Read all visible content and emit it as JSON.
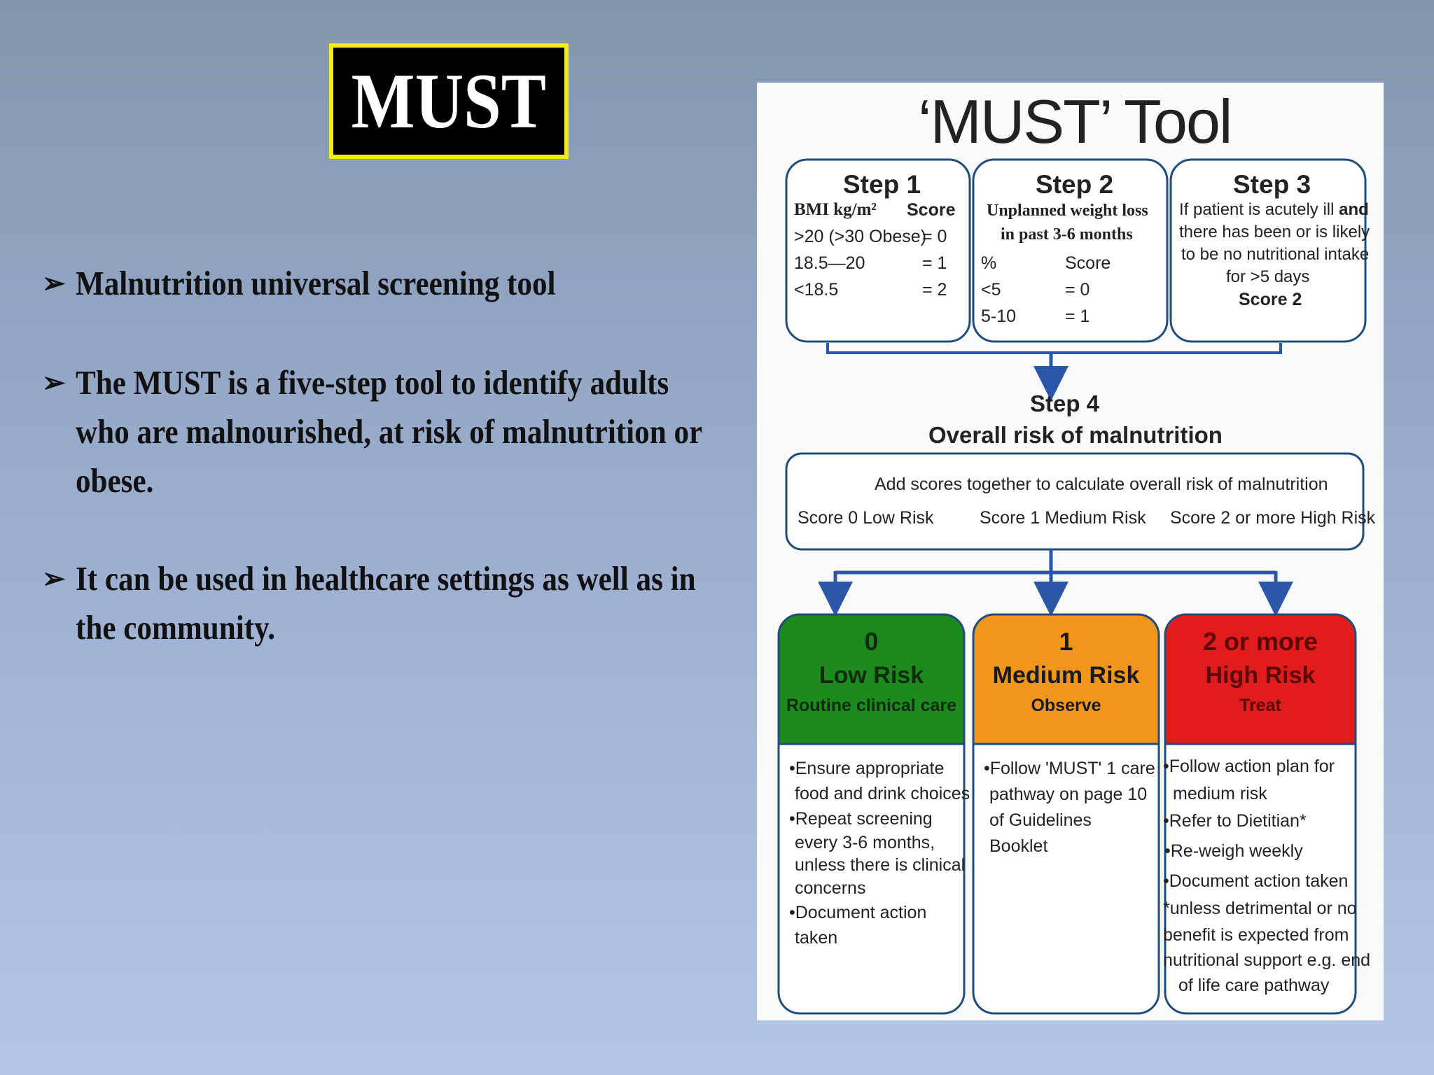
{
  "title": "MUST",
  "bullets": [
    "Malnutrition universal screening tool",
    "The MUST is a five-step tool to identify adults who are malnourished, at risk of malnutrition or obese.",
    "It can be used in healthcare settings as well as in the community."
  ],
  "bullet_marker": "➢",
  "tool": {
    "title": "‘MUST’ Tool",
    "step1": {
      "title": "Step 1",
      "col_label": "BMI kg/m²",
      "col_score": "Score",
      "rows": [
        {
          "label": ">20 (>30 Obese)",
          "score": "= 0"
        },
        {
          "label": "18.5—20",
          "score": "= 1"
        },
        {
          "label": "<18.5",
          "score": "= 2"
        }
      ]
    },
    "step2": {
      "title": "Step 2",
      "subtitle_line1": "Unplanned weight loss",
      "subtitle_line2": "in past 3-6 months",
      "col_label": "%",
      "col_score": "Score",
      "rows": [
        {
          "label": "<5",
          "score": "= 0"
        },
        {
          "label": "5-10",
          "score": "= 1"
        }
      ]
    },
    "step3": {
      "title": "Step 3",
      "line1": "If patient is acutely ill",
      "line1_bold": "and",
      "line2": "there has been or is likely",
      "line3": "to be no nutritional intake",
      "line4": "for >5 days",
      "score": "Score 2"
    },
    "step4": {
      "title": "Step 4",
      "subtitle": "Overall risk of malnutrition",
      "instruction": "Add scores together to calculate overall risk of malnutrition",
      "risk_low": "Score 0 Low Risk",
      "risk_medium": "Score 1 Medium Risk",
      "risk_high": "Score 2 or more High Risk"
    },
    "outcomes": [
      {
        "score": "0",
        "risk": "Low Risk",
        "action": "Routine clinical care",
        "color": "#1d8a1d",
        "items": [
          "•Ensure appropriate",
          "food and drink choices",
          "•Repeat screening",
          "every 3-6 months,",
          "unless there is clinical",
          "concerns",
          "•Document action",
          "taken"
        ]
      },
      {
        "score": "1",
        "risk": "Medium Risk",
        "action": "Observe",
        "color": "#f2961b",
        "items": [
          "•Follow 'MUST' 1 care",
          "pathway on page 10",
          "of Guidelines",
          "Booklet"
        ]
      },
      {
        "score": "2 or more",
        "risk": "High Risk",
        "action": "Treat",
        "color": "#e21c1c",
        "items": [
          "•Follow action plan for",
          "medium risk",
          "•Refer to Dietitian*",
          "•Re-weigh weekly",
          "•Document action taken",
          "*unless detrimental or no",
          "benefit is expected from",
          "nutritional support e.g. end",
          "of life care pathway"
        ]
      }
    ],
    "colors": {
      "border": "#1f4e7d",
      "arrow": "#2b57a8"
    }
  }
}
